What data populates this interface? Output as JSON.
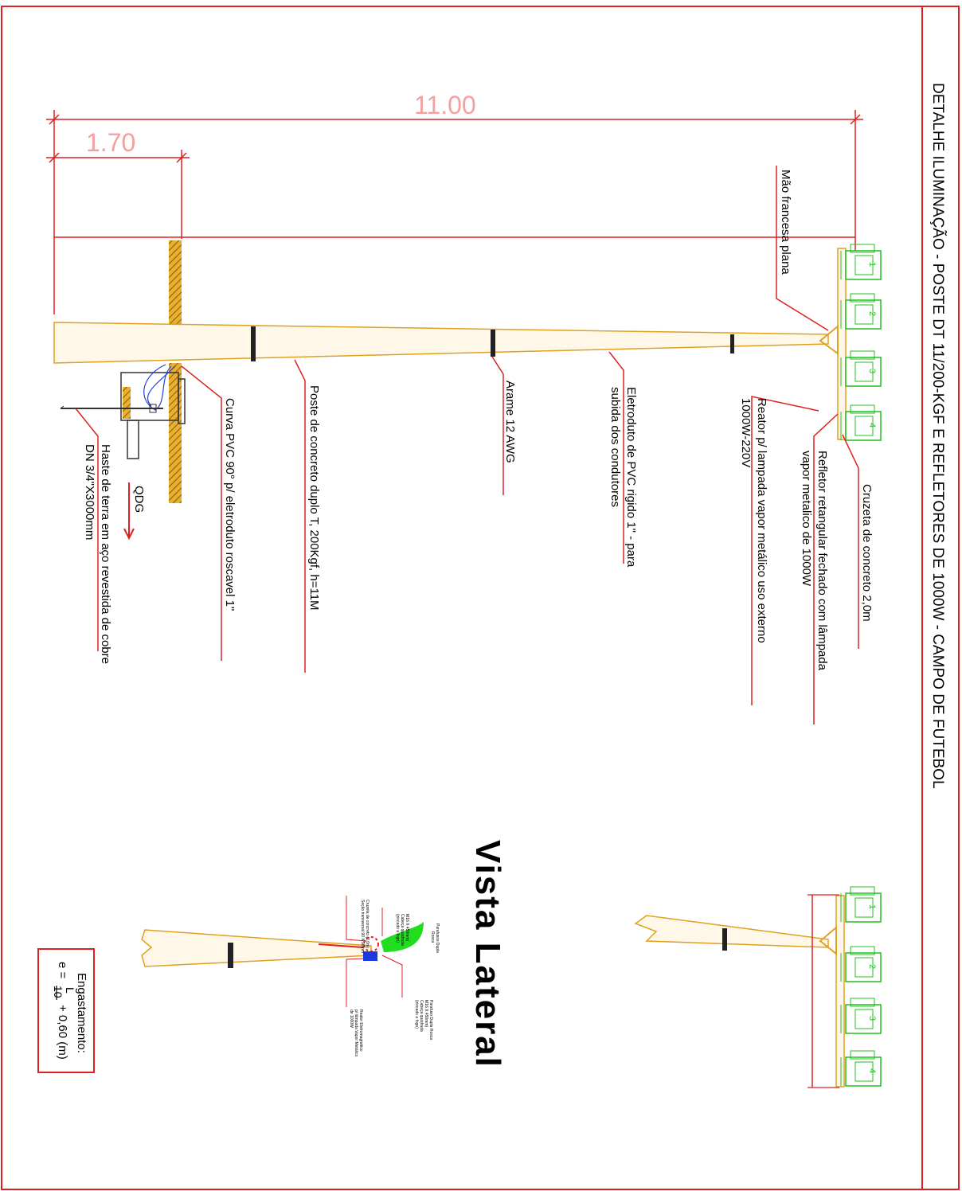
{
  "title": "DETALHE ILUMINAÇÃO - POSTE DT 11/200-KGF E REFLETORES DE 1000W - CAMPO DE FUTEBOL",
  "dimensions": {
    "total": "11.00",
    "buried": "1.70"
  },
  "labels": {
    "mao_francesa": "Mão francesa plana",
    "cruzeta": "Cruzeta de concreto 2,0m",
    "refletor_1": "Refletor retangular fechado com lâmpada",
    "refletor_2": "vapor metalico de 1000W",
    "reator_1": "Reator p/ lampada vapor metálico uso externo",
    "reator_2": "1000W-220V",
    "eletroduto_1": "Eletroduto de PVC rigido 1\" - para",
    "eletroduto_2": "subida dos condutores",
    "arame": "Arame 12 AWG",
    "poste": "Poste de concreto duplo T, 200Kgf, h=11M",
    "curva": "Curva PVC 90° p/ eletroduto roscavel 1\"",
    "haste_1": "Haste de terra em aço revestida de cobre",
    "haste_2": "DN 3/4\"X3000mm",
    "qdg": "QDG"
  },
  "reflector_numbers": [
    "1",
    "2",
    "3",
    "4"
  ],
  "lateral": {
    "title": "Vista Lateral",
    "notes_upper": [
      "Parafusos Dupla",
      "Rosca",
      "M16 X 450mm)",
      "Cabeça quadrada",
      "(zincado a fogo)"
    ],
    "notes_upper2": [
      "Cruzeta de concreto (2,0m)",
      "Seção transversal 90 X 90mm"
    ],
    "notes_lower": [
      "Parafuso Dupla Rosca",
      "M16 X 450mm)",
      "Cabeça quadrada",
      "(zincado a fogo)"
    ],
    "notes_lower2": [
      "Reator Eletromagnético",
      "p/ lâmpada Vapor Metálico",
      "de 1000W"
    ]
  },
  "engastamento": {
    "title": "Engastamento:",
    "lhs": "e =",
    "num": "L",
    "den": "10",
    "rhs": "+ 0,60 (m)"
  },
  "colors": {
    "border": "#e02020",
    "pole": "#e0a020",
    "reflector": "#20c020",
    "dim": "#f4a0a0",
    "leader": "#e02020"
  }
}
